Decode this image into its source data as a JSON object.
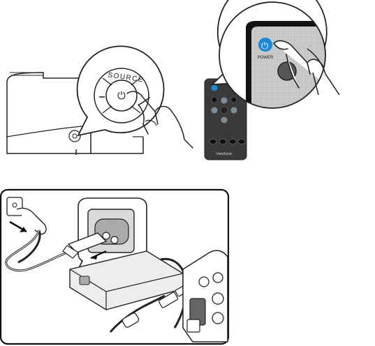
{
  "panel_projector": {
    "source_label": "SOURCE",
    "power_symbol": "⏻"
  },
  "panel_remote": {
    "power_label": "POWER",
    "brand": "ViewSonic",
    "power_symbol": "⏻"
  },
  "colors": {
    "power_blue": "#1e88d8",
    "remote_body": "#3a3a3a",
    "remote_buttons": "#7f8c95",
    "panel_gray": "#c8c8c8"
  }
}
